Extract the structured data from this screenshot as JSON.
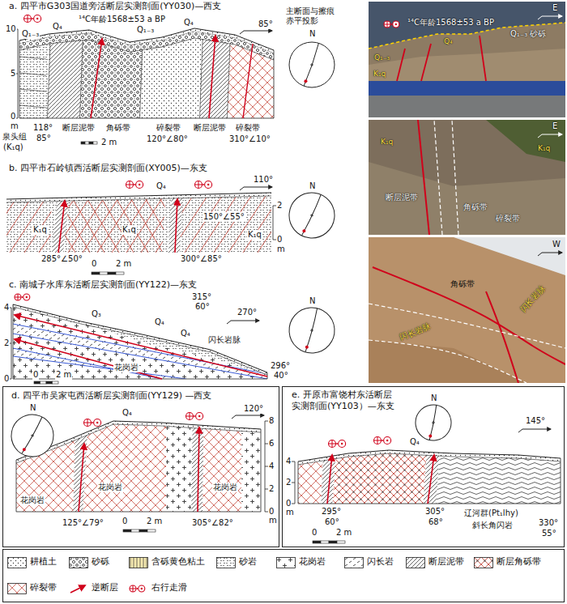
{
  "diagram": {
    "nodes": [
      {
        "text": [
          "d. 四平市吴家屯西活断层实测剖面(YY129) —西支"
        ]
      },
      {
        "text": [
          "e. 开原市富饶村东活断层 实测剖面(YY103）—东支"
        ]
      }
    ],
    "labels": [
      "a. 四平市G303国道旁活断层实测剖面(YY030)—西支",
      "¹⁴C年龄1568±53 a BP",
      "Q₄",
      "Q₁₋₃",
      "Q₄",
      "Q₁₋₃",
      "85°",
      "10",
      "5",
      "0",
      "m",
      "泉头组",
      "(K₁q)",
      "118°",
      "85°",
      "断层泥带",
      "角砾带",
      "2 m",
      "碎裂带",
      "120°∠80°",
      "断层泥带",
      "碎裂带",
      "310°∠10°",
      "主断面与擦痕 赤平投影",
      "N",
      "E",
      "¹⁴C年龄1568±53 a BP",
      "Q₁₋₃ 砂砾",
      "Q₄",
      "Q₁₋₃",
      "K₁q",
      "b. 四平市石岭镇西活断层实测剖面(XY005)—东支",
      "110°",
      "Q₄",
      "2",
      "0",
      "m",
      "K₁q",
      "K₁q",
      "150°∠55°",
      "K₁q",
      "285°∠50°",
      "300°∠85°",
      "0",
      "2 m",
      "N",
      "E",
      "K₁q",
      "K₁q",
      "断层泥带",
      "角砾带",
      "碎裂带",
      "c. 南城子水库东活断层实测剖面(YY122)—东支",
      "4",
      "2",
      "0",
      "Q₃",
      "Q₄",
      "315°",
      "60°",
      "270°",
      "Q₄",
      "闪长岩脉",
      "花岗岩",
      "296°",
      "40°",
      "0",
      "2 m",
      "N",
      "W",
      "角砾带",
      "闪长岩脉",
      "闪长岩脉",
      "N",
      "120°",
      "Q₄",
      "8",
      "6",
      "4",
      "2",
      "0",
      "m",
      "花岗岩",
      "花岗岩",
      "花岗岩",
      "0",
      "2 m",
      "125°∠79°",
      "305°∠82°",
      "N",
      "145°",
      "4",
      "2",
      "0",
      "m",
      "Q₄",
      "295°",
      "60°",
      "0",
      "2 m",
      "305°",
      "68°",
      "辽河群(Pt₁lhy)",
      "斜长角闪岩",
      "330°",
      "55°"
    ],
    "legend": [
      {
        "text": "耕植土"
      },
      {
        "text": "砂砾"
      },
      {
        "text": "含砾黄色粘土"
      },
      {
        "text": "砂岩"
      },
      {
        "text": "花岗岩"
      },
      {
        "text": "闪长岩"
      },
      {
        "text": "断层泥带"
      },
      {
        "text": "断层角砾带"
      },
      {
        "text": "碎裂带"
      },
      {
        "text": "逆断层"
      },
      {
        "text": "右行走滑"
      }
    ]
  }
}
